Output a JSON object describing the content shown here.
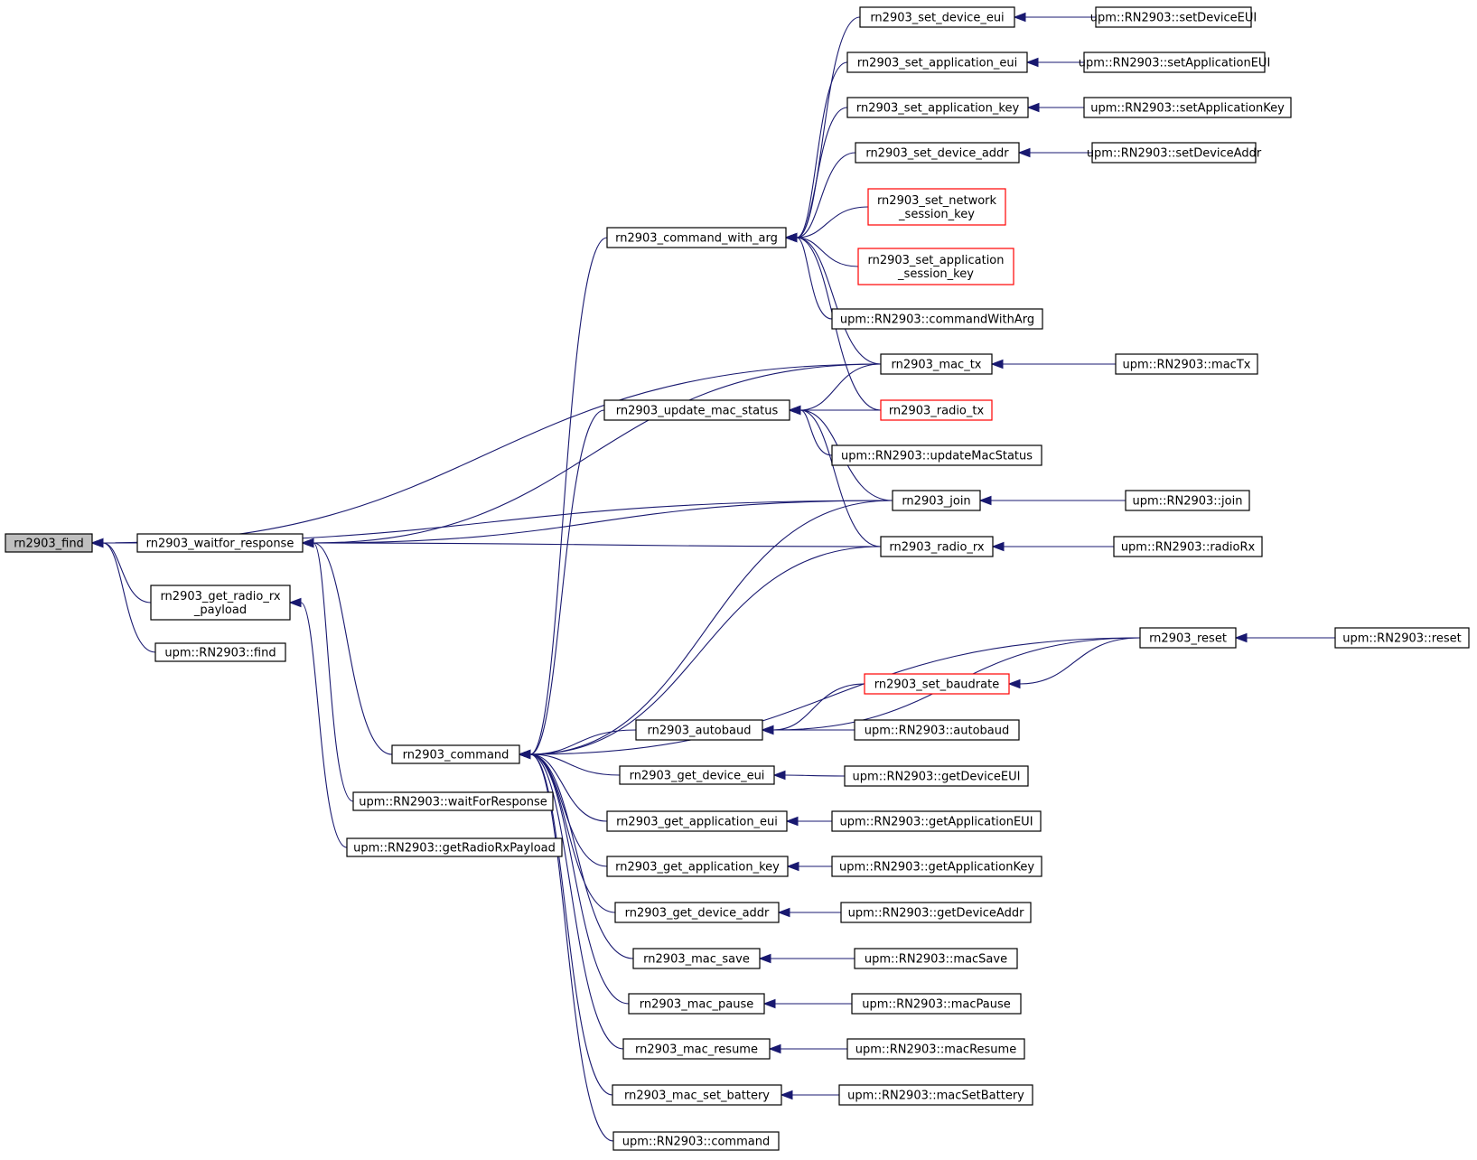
{
  "nodes": [
    {
      "id": "find",
      "label": [
        "rn2903_find"
      ],
      "style": "root"
    },
    {
      "id": "waitfor",
      "label": [
        "rn2903_waitfor_response"
      ]
    },
    {
      "id": "getradiorx",
      "label": [
        "rn2903_get_radio_rx",
        "_payload"
      ]
    },
    {
      "id": "upmfind",
      "label": [
        "upm::RN2903::find"
      ]
    },
    {
      "id": "command",
      "label": [
        "rn2903_command"
      ]
    },
    {
      "id": "upmwait",
      "label": [
        "upm::RN2903::waitForResponse"
      ]
    },
    {
      "id": "upmgetradio",
      "label": [
        "upm::RN2903::getRadioRxPayload"
      ]
    },
    {
      "id": "cmdarg",
      "label": [
        "rn2903_command_with_arg"
      ]
    },
    {
      "id": "updmac",
      "label": [
        "rn2903_update_mac_status"
      ]
    },
    {
      "id": "autobaud",
      "label": [
        "rn2903_autobaud"
      ]
    },
    {
      "id": "getdeveui",
      "label": [
        "rn2903_get_device_eui"
      ]
    },
    {
      "id": "getappeui",
      "label": [
        "rn2903_get_application_eui"
      ]
    },
    {
      "id": "getappkey",
      "label": [
        "rn2903_get_application_key"
      ]
    },
    {
      "id": "getdevaddr",
      "label": [
        "rn2903_get_device_addr"
      ]
    },
    {
      "id": "macsave",
      "label": [
        "rn2903_mac_save"
      ]
    },
    {
      "id": "macpause",
      "label": [
        "rn2903_mac_pause"
      ]
    },
    {
      "id": "macresume",
      "label": [
        "rn2903_mac_resume"
      ]
    },
    {
      "id": "macbatt",
      "label": [
        "rn2903_mac_set_battery"
      ]
    },
    {
      "id": "upmcommand",
      "label": [
        "upm::RN2903::command"
      ]
    },
    {
      "id": "setdeveui",
      "label": [
        "rn2903_set_device_eui"
      ]
    },
    {
      "id": "setappeui",
      "label": [
        "rn2903_set_application_eui"
      ]
    },
    {
      "id": "setappkey",
      "label": [
        "rn2903_set_application_key"
      ]
    },
    {
      "id": "setdevaddr",
      "label": [
        "rn2903_set_device_addr"
      ]
    },
    {
      "id": "setnwkskey",
      "label": [
        "rn2903_set_network",
        "_session_key"
      ],
      "style": "red"
    },
    {
      "id": "setappskey",
      "label": [
        "rn2903_set_application",
        "_session_key"
      ],
      "style": "red"
    },
    {
      "id": "upmcmdarg",
      "label": [
        "upm::RN2903::commandWithArg"
      ]
    },
    {
      "id": "mactx",
      "label": [
        "rn2903_mac_tx"
      ]
    },
    {
      "id": "radiotx",
      "label": [
        "rn2903_radio_tx"
      ],
      "style": "red"
    },
    {
      "id": "upmupdmac",
      "label": [
        "upm::RN2903::updateMacStatus"
      ]
    },
    {
      "id": "join",
      "label": [
        "rn2903_join"
      ]
    },
    {
      "id": "radiorx",
      "label": [
        "rn2903_radio_rx"
      ]
    },
    {
      "id": "setbaud",
      "label": [
        "rn2903_set_baudrate"
      ],
      "style": "red"
    },
    {
      "id": "upmautobaud",
      "label": [
        "upm::RN2903::autobaud"
      ]
    },
    {
      "id": "upmgetdeveui",
      "label": [
        "upm::RN2903::getDeviceEUI"
      ]
    },
    {
      "id": "upmgetappeui",
      "label": [
        "upm::RN2903::getApplicationEUI"
      ]
    },
    {
      "id": "upmgetappkey",
      "label": [
        "upm::RN2903::getApplicationKey"
      ]
    },
    {
      "id": "upmgetdevaddr",
      "label": [
        "upm::RN2903::getDeviceAddr"
      ]
    },
    {
      "id": "upmmacsave",
      "label": [
        "upm::RN2903::macSave"
      ]
    },
    {
      "id": "upmmacpause",
      "label": [
        "upm::RN2903::macPause"
      ]
    },
    {
      "id": "upmmacresume",
      "label": [
        "upm::RN2903::macResume"
      ]
    },
    {
      "id": "upmmacbatt",
      "label": [
        "upm::RN2903::macSetBattery"
      ]
    },
    {
      "id": "upmsetdeveui",
      "label": [
        "upm::RN2903::setDeviceEUI"
      ]
    },
    {
      "id": "upmsetappeui",
      "label": [
        "upm::RN2903::setApplicationEUI"
      ]
    },
    {
      "id": "upmsetappkey",
      "label": [
        "upm::RN2903::setApplicationKey"
      ]
    },
    {
      "id": "upmsetdevaddr",
      "label": [
        "upm::RN2903::setDeviceAddr"
      ]
    },
    {
      "id": "upmmactx",
      "label": [
        "upm::RN2903::macTx"
      ]
    },
    {
      "id": "upmjoin",
      "label": [
        "upm::RN2903::join"
      ]
    },
    {
      "id": "upmradiorx",
      "label": [
        "upm::RN2903::radioRx"
      ]
    },
    {
      "id": "reset",
      "label": [
        "rn2903_reset"
      ]
    },
    {
      "id": "upmreset",
      "label": [
        "upm::RN2903::reset"
      ]
    }
  ],
  "edges": [
    [
      "find",
      "waitfor"
    ],
    [
      "find",
      "getradiorx"
    ],
    [
      "find",
      "upmfind"
    ],
    [
      "find",
      "mactx"
    ],
    [
      "find",
      "join"
    ],
    [
      "waitfor",
      "command"
    ],
    [
      "waitfor",
      "upmwait"
    ],
    [
      "waitfor",
      "mactx"
    ],
    [
      "waitfor",
      "join"
    ],
    [
      "waitfor",
      "radiorx"
    ],
    [
      "getradiorx",
      "upmgetradio"
    ],
    [
      "command",
      "cmdarg"
    ],
    [
      "command",
      "updmac"
    ],
    [
      "command",
      "join"
    ],
    [
      "command",
      "radiorx"
    ],
    [
      "command",
      "reset"
    ],
    [
      "command",
      "autobaud"
    ],
    [
      "command",
      "getdeveui"
    ],
    [
      "command",
      "getappeui"
    ],
    [
      "command",
      "getappkey"
    ],
    [
      "command",
      "getdevaddr"
    ],
    [
      "command",
      "macsave"
    ],
    [
      "command",
      "macpause"
    ],
    [
      "command",
      "macresume"
    ],
    [
      "command",
      "macbatt"
    ],
    [
      "command",
      "upmcommand"
    ],
    [
      "cmdarg",
      "setdeveui"
    ],
    [
      "cmdarg",
      "setappeui"
    ],
    [
      "cmdarg",
      "setappkey"
    ],
    [
      "cmdarg",
      "setdevaddr"
    ],
    [
      "cmdarg",
      "setnwkskey"
    ],
    [
      "cmdarg",
      "setappskey"
    ],
    [
      "cmdarg",
      "upmcmdarg"
    ],
    [
      "cmdarg",
      "mactx"
    ],
    [
      "cmdarg",
      "radiotx"
    ],
    [
      "updmac",
      "mactx"
    ],
    [
      "updmac",
      "radiotx"
    ],
    [
      "updmac",
      "upmupdmac"
    ],
    [
      "updmac",
      "join"
    ],
    [
      "updmac",
      "radiorx"
    ],
    [
      "autobaud",
      "reset"
    ],
    [
      "autobaud",
      "setbaud"
    ],
    [
      "autobaud",
      "upmautobaud"
    ],
    [
      "setbaud",
      "reset"
    ],
    [
      "getdeveui",
      "upmgetdeveui"
    ],
    [
      "getappeui",
      "upmgetappeui"
    ],
    [
      "getappkey",
      "upmgetappkey"
    ],
    [
      "getdevaddr",
      "upmgetdevaddr"
    ],
    [
      "macsave",
      "upmmacsave"
    ],
    [
      "macpause",
      "upmmacpause"
    ],
    [
      "macresume",
      "upmmacresume"
    ],
    [
      "macbatt",
      "upmmacbatt"
    ],
    [
      "setdeveui",
      "upmsetdeveui"
    ],
    [
      "setappeui",
      "upmsetappeui"
    ],
    [
      "setappkey",
      "upmsetappkey"
    ],
    [
      "setdevaddr",
      "upmsetdevaddr"
    ],
    [
      "mactx",
      "upmmactx"
    ],
    [
      "join",
      "upmjoin"
    ],
    [
      "radiorx",
      "upmradiorx"
    ],
    [
      "reset",
      "upmreset"
    ]
  ]
}
